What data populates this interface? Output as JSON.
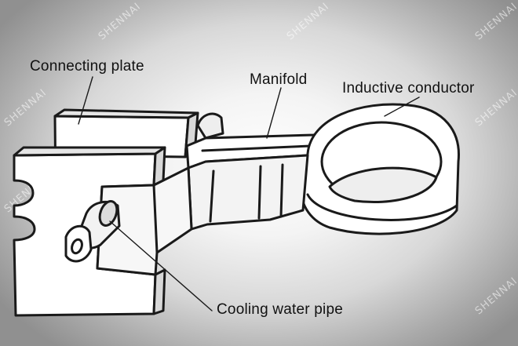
{
  "labels": {
    "connecting_plate": "Connecting plate",
    "manifold": "Manifold",
    "inductive_conductor": "Inductive conductor",
    "cooling_water_pipe": "Cooling water pipe"
  },
  "watermark": {
    "text": "SHENNAI"
  },
  "colors": {
    "line": "#1a1a1a",
    "fill": "#ffffff",
    "shade": "#e6e6e6"
  }
}
